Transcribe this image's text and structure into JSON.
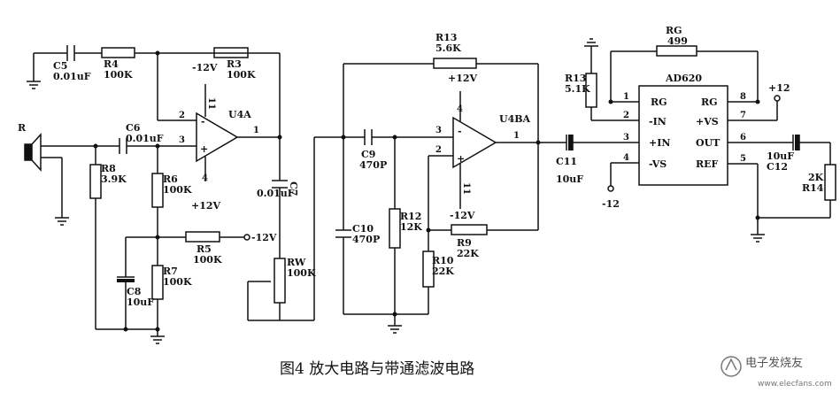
{
  "caption": "图4 放大电路与带通滤波电路",
  "watermark": {
    "name": "电子发烧友",
    "url": "www.elecfans.com"
  },
  "opamps": {
    "u4a": {
      "name": "U4A",
      "pin_inv": "2",
      "pin_noninv": "3",
      "pin_out": "1",
      "pin_vneg": "11",
      "pin_vpos": "4",
      "minus": "-",
      "plus": "+",
      "supply_neg": "-12V",
      "supply_pos": "+12V"
    },
    "u4ba": {
      "name": "U4BA",
      "pin_noninv": "3",
      "pin_inv": "2",
      "pin_out": "1",
      "pin_vpos": "4",
      "pin_vneg": "11",
      "minus": "-",
      "plus": "+",
      "supply_pos": "+12V",
      "supply_neg": "-12V"
    }
  },
  "components": {
    "c5": {
      "ref": "C5",
      "value": "0.01uF"
    },
    "r4": {
      "ref": "R4",
      "value": "100K"
    },
    "r3": {
      "ref": "R3",
      "value": "100K"
    },
    "c6": {
      "ref": "C6",
      "value": "0.01uF"
    },
    "r8": {
      "ref": "R8",
      "value": "3.9K"
    },
    "r6": {
      "ref": "R6",
      "value": "100K"
    },
    "r5": {
      "ref": "R5",
      "value": "100K",
      "rail": "-12V"
    },
    "c8": {
      "ref": "C8",
      "value": "10uF"
    },
    "r7": {
      "ref": "R7",
      "value": "100K"
    },
    "c7": {
      "ref": "C7",
      "value": "0.01uF"
    },
    "rw": {
      "ref": "RW",
      "value": "100K"
    },
    "mic": {
      "ref": "R"
    },
    "r13a": {
      "ref": "R13",
      "value": "5.6K"
    },
    "c9": {
      "ref": "C9",
      "value": "470P"
    },
    "c10": {
      "ref": "C10",
      "value": "470P"
    },
    "r12": {
      "ref": "R12",
      "value": "12K"
    },
    "r9": {
      "ref": "R9",
      "value": "22K"
    },
    "r10": {
      "ref": "R10",
      "value": "22K"
    },
    "c11": {
      "ref": "C11",
      "value": "10uF"
    },
    "r13b": {
      "ref": "R13",
      "value": "5.1K"
    },
    "rg": {
      "ref": "RG",
      "value": "499"
    },
    "c12": {
      "ref": "C12",
      "value": "10uF"
    },
    "r14": {
      "ref": "R14",
      "value": "2K"
    }
  },
  "ad620": {
    "name": "AD620",
    "left_pins": [
      {
        "num": "1",
        "label": "RG"
      },
      {
        "num": "2",
        "label": "-IN"
      },
      {
        "num": "3",
        "label": "+IN"
      },
      {
        "num": "4",
        "label": "-VS"
      }
    ],
    "right_pins": [
      {
        "num": "8",
        "label": "RG"
      },
      {
        "num": "7",
        "label": "+VS"
      },
      {
        "num": "6",
        "label": "OUT"
      },
      {
        "num": "5",
        "label": "REF"
      }
    ],
    "supply_pos": "+12",
    "supply_neg": "-12"
  }
}
